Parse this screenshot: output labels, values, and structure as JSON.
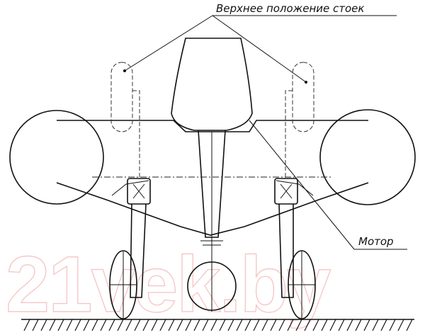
{
  "labels": {
    "upper_position": "Верхнее положение стоек",
    "motor": "Мотор"
  },
  "watermark": "21vek.by",
  "colors": {
    "ink": "#111111",
    "watermark": "#e23b3b"
  }
}
